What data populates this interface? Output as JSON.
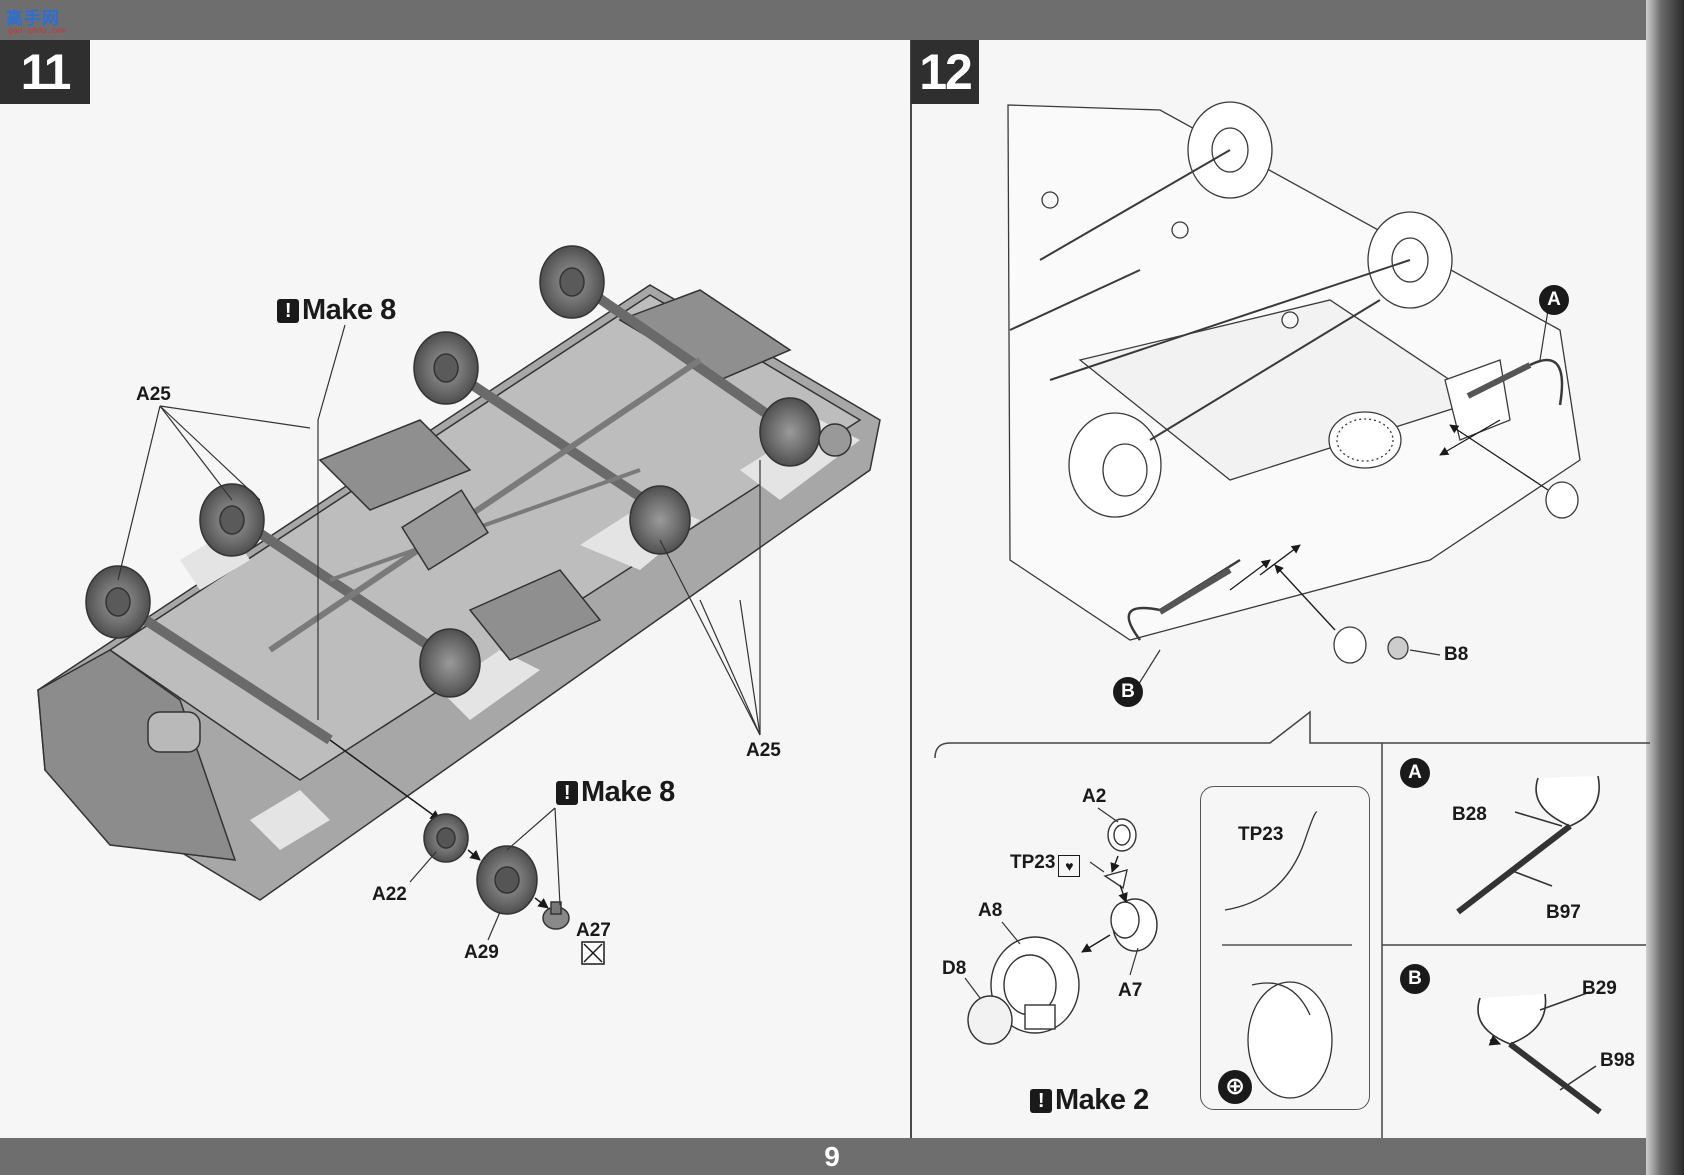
{
  "header": {
    "logo_text": "高手网",
    "logo_url_text": "gao-shou.com"
  },
  "page_number": "9",
  "steps": [
    {
      "number": "11",
      "notes": [
        "Make 8",
        "Make 8"
      ],
      "labels": {
        "a25_left": "A25",
        "a25_right": "A25",
        "a22": "A22",
        "a29": "A29",
        "a27": "A27"
      }
    },
    {
      "number": "12",
      "note": "Make 2",
      "labels": {
        "a2": "A2",
        "tp23": "TP23",
        "tp23_box": "TP23",
        "a8": "A8",
        "d8": "D8",
        "a7": "A7",
        "b8": "B8",
        "b28": "B28",
        "b97": "B97",
        "b29": "B29",
        "b98": "B98"
      },
      "callouts": {
        "a": "A",
        "b": "B"
      }
    }
  ]
}
